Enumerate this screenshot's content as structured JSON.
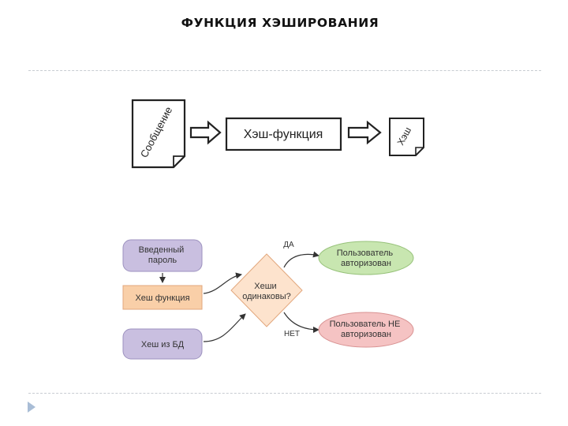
{
  "slide": {
    "title": "ФУНКЦИЯ ХЭШИРОВАНИЯ"
  },
  "diagram_top": {
    "message": "Сообщение",
    "hash_function": "Хэш-функция",
    "hash": "Хэш"
  },
  "flowchart": {
    "entered_password": [
      "Введенный",
      "пароль"
    ],
    "hash_function": "Хеш функция",
    "hash_from_db": "Хеш из БД",
    "decision": [
      "Хеши",
      "одинаковы?"
    ],
    "yes_label": "ДА",
    "no_label": "НЕТ",
    "authorized": [
      "Пользователь",
      "авторизован"
    ],
    "not_authorized": [
      "Пользователь НЕ",
      "авторизован"
    ]
  },
  "colors": {
    "lavender": "#c9bfe0",
    "peach": "#f9cfa8",
    "decision": "#fde3cd",
    "green": "#c8e6b0",
    "red": "#f5c3c3"
  }
}
